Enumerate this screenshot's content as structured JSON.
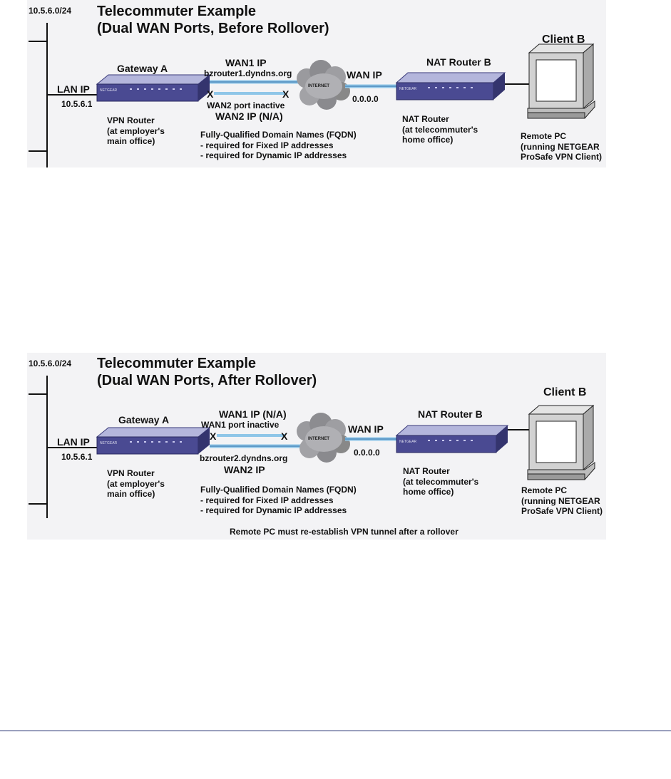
{
  "colors": {
    "router_face": "#4a4a92",
    "router_top": "#b4b6dc",
    "link": "#8fc6e8",
    "panel": "#f3f3f5",
    "page_rule": "#1f2a6e"
  },
  "diagrams": [
    {
      "subnet": "10.5.6.0/24",
      "title_line1": "Telecommuter Example",
      "title_line2": "(Dual WAN Ports, Before Rollover)",
      "lan_ip_label": "LAN IP",
      "lan_ip_value": "10.5.6.1",
      "gateway_name": "Gateway A",
      "gateway_desc": [
        "VPN Router",
        "(at employer's",
        "main office)"
      ],
      "wan1_label": "WAN1 IP",
      "wan1_host": "bzrouter1.dyndns.org",
      "wan_status": "WAN2 port inactive",
      "wan2_label": "WAN2 IP (N/A)",
      "fqdn_notes": [
        "Fully-Qualified Domain Names (FQDN)",
        "- required for Fixed IP addresses",
        "- required for Dynamic IP addresses"
      ],
      "internet_label": "INTERNET",
      "client_wan_label": "WAN IP",
      "client_wan_value": "0.0.0.0",
      "nat_name": "NAT Router B",
      "nat_desc": [
        "NAT Router",
        "(at telecommuter's",
        "home office)"
      ],
      "client_name": "Client B",
      "client_desc": [
        "Remote PC",
        "(running NETGEAR",
        "ProSafe VPN Client)"
      ],
      "router_brand": "NETGEAR",
      "footer_note": ""
    },
    {
      "subnet": "10.5.6.0/24",
      "title_line1": "Telecommuter Example",
      "title_line2": "(Dual WAN Ports, After Rollover)",
      "lan_ip_label": "LAN IP",
      "lan_ip_value": "10.5.6.1",
      "gateway_name": "Gateway A",
      "gateway_desc": [
        "VPN Router",
        "(at employer's",
        "main office)"
      ],
      "wan1_label": "WAN1 IP (N/A)",
      "wan_status": "WAN1 port inactive",
      "wan2_host": "bzrouter2.dyndns.org",
      "wan2_label": "WAN2 IP",
      "fqdn_notes": [
        "Fully-Qualified Domain Names (FQDN)",
        "- required for Fixed IP addresses",
        "- required for Dynamic IP addresses"
      ],
      "internet_label": "INTERNET",
      "client_wan_label": "WAN IP",
      "client_wan_value": "0.0.0.0",
      "nat_name": "NAT Router B",
      "nat_desc": [
        "NAT Router",
        "(at telecommuter's",
        "home office)"
      ],
      "client_name": "Client B",
      "client_desc": [
        "Remote PC",
        "(running NETGEAR",
        "ProSafe VPN Client)"
      ],
      "router_brand": "NETGEAR",
      "footer_note": "Remote PC must re-establish VPN tunnel after a rollover"
    }
  ]
}
